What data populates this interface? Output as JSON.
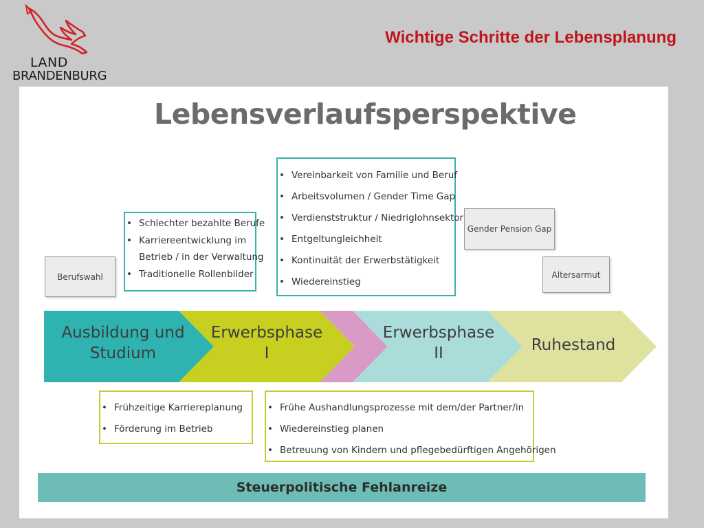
{
  "header": {
    "logo_line1": "LAND",
    "logo_line2": "BRANDENBURG",
    "title": "Wichtige Schritte der Lebensplanung"
  },
  "diagram": {
    "title": "Lebensverlaufsperspektive",
    "phases": [
      {
        "line1": "Ausbildung und",
        "line2": "Studium",
        "color": "#2fb3b1"
      },
      {
        "line1": "Erwerbsphase",
        "line2": "I",
        "color": "#c7cf21"
      },
      {
        "line1": "",
        "line2": "",
        "color": "#d99ac6"
      },
      {
        "line1": "Erwerbsphase",
        "line2": "II",
        "color": "#aadcda"
      },
      {
        "line1": "Ruhestand",
        "line2": "",
        "color": "#dfe29f"
      }
    ],
    "gray_boxes": {
      "berufswahl": "Berufswahl",
      "gender_pension_gap": "Gender Pension Gap",
      "altersarmut": "Altersarmut"
    },
    "top_box_1": [
      "Schlechter bezahlte Berufe",
      "Karriereentwicklung im",
      "Betrieb / in der Verwaltung",
      "Traditionelle Rollenbilder"
    ],
    "top_box_2": [
      "Vereinbarkeit von Familie und Beruf",
      "Arbeitsvolumen / Gender Time Gap",
      "Verdienststruktur / Niedriglohnsektor",
      "Entgeltungleichheit",
      "Kontinuität der Erwerbstätigkeit",
      "Wiedereinstieg"
    ],
    "bottom_box_1": [
      "Frühzeitige Karriereplanung",
      "Förderung im Betrieb"
    ],
    "bottom_box_2": [
      "Frühe Aushandlungsprozesse mit dem/der Partner/in",
      "Wiedereinstieg planen",
      "Betreuung von Kindern und pflegebedürftigen Angehörigen"
    ],
    "footer": "Steuerpolitische Fehlanreize",
    "colors": {
      "teal_border": "#3bb0ad",
      "olive_border": "#c9c934",
      "footer_bg": "#6dbdb6"
    }
  }
}
